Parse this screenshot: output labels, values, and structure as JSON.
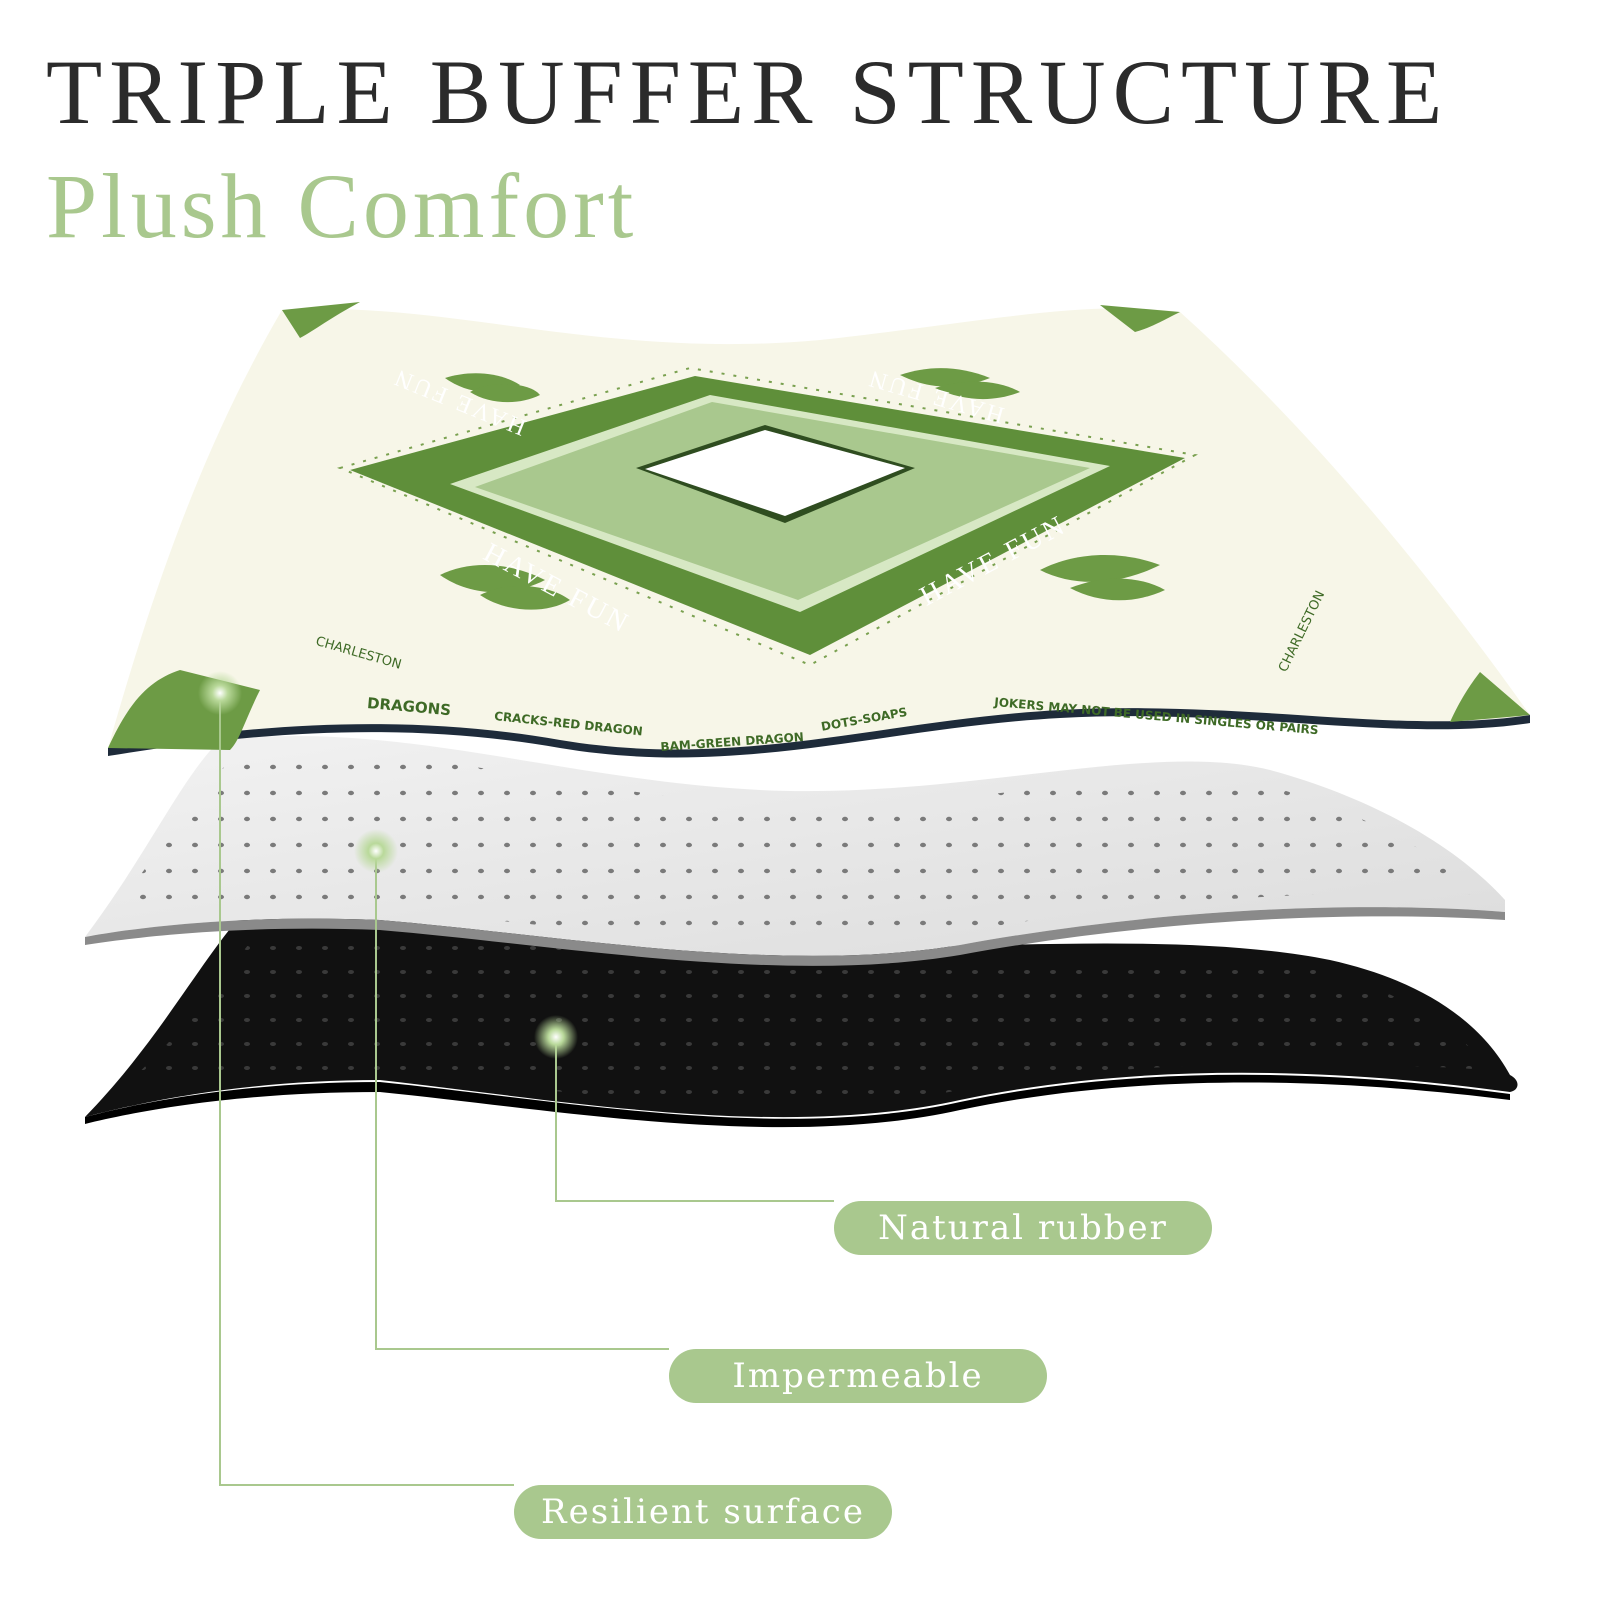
{
  "header": {
    "title": "TRIPLE BUFFER STRUCTURE",
    "subtitle": "Plush Comfort"
  },
  "mat": {
    "center_text": [
      "HAVE FUN",
      "HAVE FUN",
      "HAVE FUN",
      "HAVE FUN"
    ],
    "border_labels": {
      "dragons": "DRAGONS",
      "cracks": "CRACKS-RED DRAGON",
      "bam": "BAM-GREEN DRAGON",
      "dots": "DOTS-SOAPS",
      "jokers": "JOKERS MAY NOT BE USED IN SINGLES OR PAIRS",
      "charleston_left": "CHARLESTON",
      "charleston_right": "CHARLESTON"
    }
  },
  "callouts": [
    {
      "label": "Natural rubber"
    },
    {
      "label": "Impermeable"
    },
    {
      "label": "Resilient surface"
    }
  ],
  "colors": {
    "accent_green": "#a9c88e",
    "mat_green": "#5f8f3a",
    "mat_cream": "#f7f6e8",
    "title": "#2b2b2b"
  }
}
